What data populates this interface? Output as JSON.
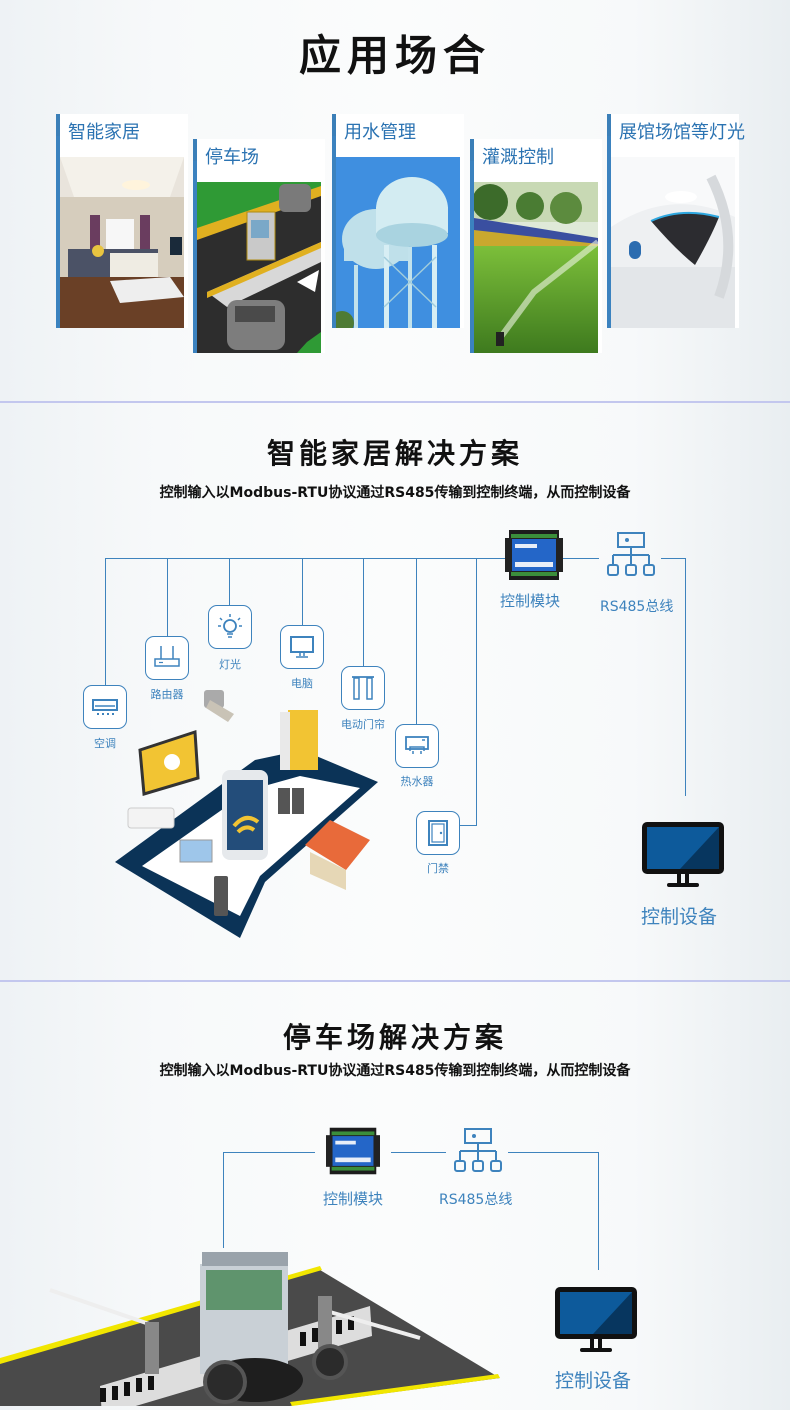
{
  "applications": {
    "title": "应用场合",
    "items": [
      {
        "label": "智能家居",
        "scene": "bedroom"
      },
      {
        "label": "停车场",
        "scene": "parking-lot"
      },
      {
        "label": "用水管理",
        "scene": "water-tower"
      },
      {
        "label": "灌溉控制",
        "scene": "sprinkler-field"
      },
      {
        "label": "展馆场馆等灯光",
        "scene": "exhibition-hall"
      }
    ]
  },
  "smart_home": {
    "title": "智能家居解决方案",
    "subtitle": "控制输入以Modbus-RTU协议通过RS485传输到控制终端，从而控制设备",
    "control_module_label": "控制模块",
    "bus_label": "RS485总线",
    "control_device_label": "控制设备",
    "devices": [
      {
        "label": "空调",
        "icon": "air-conditioner-icon"
      },
      {
        "label": "路由器",
        "icon": "router-icon"
      },
      {
        "label": "灯光",
        "icon": "light-bulb-icon"
      },
      {
        "label": "电脑",
        "icon": "computer-monitor-icon"
      },
      {
        "label": "电动门帘",
        "icon": "curtain-icon"
      },
      {
        "label": "热水器",
        "icon": "water-heater-icon"
      },
      {
        "label": "门禁",
        "icon": "door-icon"
      }
    ]
  },
  "parking": {
    "title": "停车场解决方案",
    "subtitle": "控制输入以Modbus-RTU协议通过RS485传输到控制终端，从而控制设备",
    "control_module_label": "控制模块",
    "bus_label": "RS485总线",
    "control_device_label": "控制设备"
  },
  "colors": {
    "accent": "#3e83bd",
    "divider": "#c3c7ee",
    "title": "#111111"
  }
}
